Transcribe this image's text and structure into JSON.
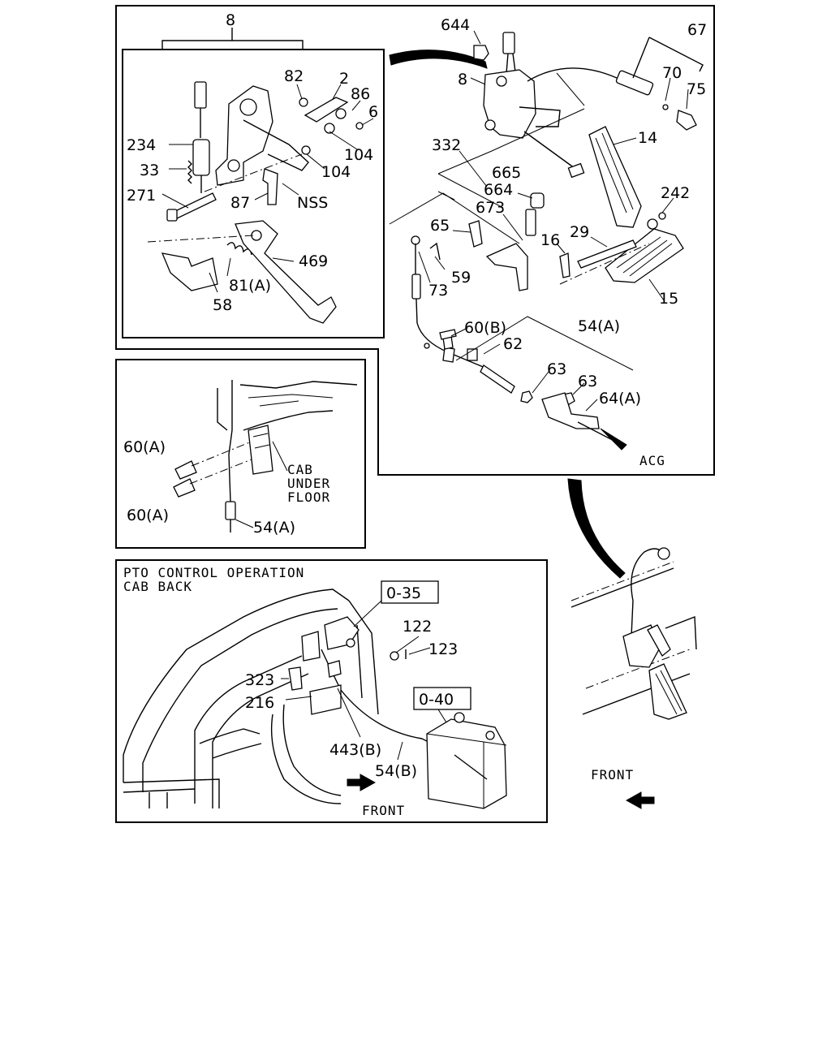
{
  "labels": {
    "p8a": "8",
    "p82": "82",
    "p2": "2",
    "p86": "86",
    "p6": "6",
    "p104a": "104",
    "p104b": "104",
    "p234": "234",
    "p33": "33",
    "p271": "271",
    "p87": "87",
    "nss": "NSS",
    "p469": "469",
    "p81a": "81(A)",
    "p58": "58",
    "p644": "644",
    "p67": "67",
    "p8b": "8",
    "p70": "70",
    "p75": "75",
    "p14": "14",
    "p332": "332",
    "p665": "665",
    "p664": "664",
    "p673": "673",
    "p242": "242",
    "p65": "65",
    "p16": "16",
    "p29": "29",
    "p59": "59",
    "p73": "73",
    "p15": "15",
    "p60b": "60(B)",
    "p54a1": "54(A)",
    "p62": "62",
    "p63a": "63",
    "p63b": "63",
    "p64a": "64(A)",
    "acg": "ACG",
    "p60a1": "60(A)",
    "p60a2": "60(A)",
    "cab1": "CAB",
    "cab2": "UNDER",
    "cab3": "FLOOR",
    "p54a2": "54(A)",
    "pto1": "PTO CONTROL OPERATION",
    "pto2": "CAB BACK",
    "ref035": "0-35",
    "p122": "122",
    "p123": "123",
    "p323": "323",
    "p216": "216",
    "ref040": "0-40",
    "p443b": "443(B)",
    "p54b": "54(B)",
    "front1": "FRONT",
    "front2": "FRONT"
  }
}
